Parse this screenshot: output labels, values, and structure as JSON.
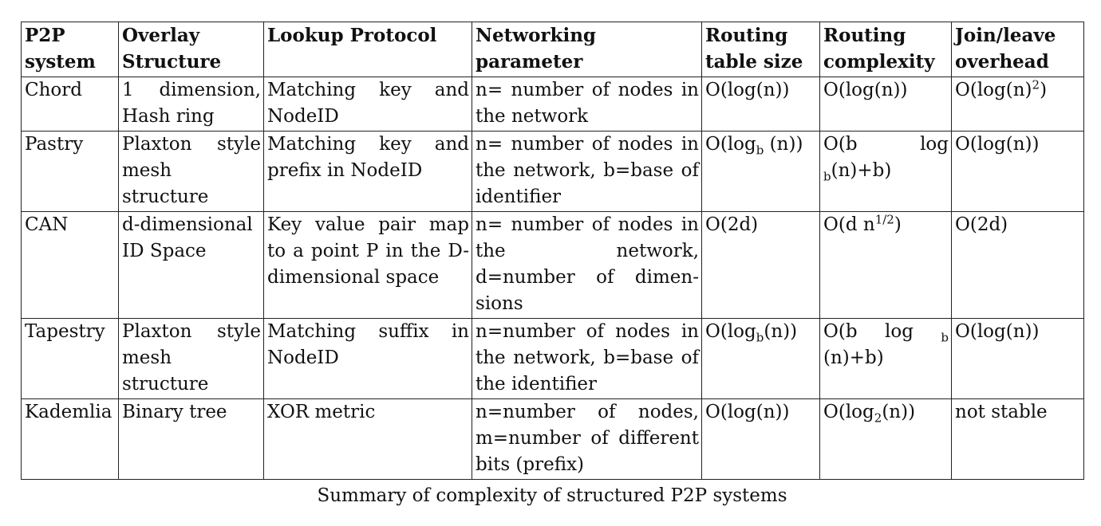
{
  "table": {
    "headers": [
      "P2P system",
      "Overlay Structure",
      "Lookup Protocol",
      "Networking parameter",
      "Routing table size",
      "Routing complexity",
      "Join/leave overhead"
    ],
    "rows": [
      {
        "system": "Chord",
        "overlay": "1 dimension, Hash ring",
        "lookup": "Matching key and NodeID",
        "params": "n= number of nodes in the network",
        "table_size": "O(log(n))",
        "complexity": "O(log(n))",
        "overhead_pre": "O(log(n)",
        "overhead_sup": "2",
        "overhead_post": ")"
      },
      {
        "system": "Pastry",
        "overlay": "Plaxton style mesh structure",
        "lookup": "Matching key and prefix in NodeID",
        "params": "n= number of nodes in the network, b=base of identifier",
        "table_size_pre": "O(log",
        "table_size_sub": "b",
        "table_size_post": " (n))",
        "complexity_pre": "O(b log ",
        "complexity_sub": "b",
        "complexity_post": "(n)+b)",
        "overhead": "O(log(n))"
      },
      {
        "system": "CAN",
        "overlay": "d-dimensional ID Space",
        "lookup": "Key value pair map to a point P in the D-dimensional space",
        "params": "n= number of nodes in the network, d=number of dimen­sions",
        "table_size": "O(2d)",
        "complexity_pre": "O(d n",
        "complexity_sup": "1/2",
        "complexity_post": ")",
        "overhead": "O(2d)"
      },
      {
        "system": "Tapestry",
        "overlay": "Plaxton style mesh structure",
        "lookup": "Matching suffix in NodeID",
        "params": "n=number of nodes in the network, b=base of the identifier",
        "table_size_pre": "O(log",
        "table_size_sub": "b",
        "table_size_post": "(n))",
        "complexity_pre": "O(b log ",
        "complexity_sub": "b",
        "complexity_post": " (n)+b)",
        "overhead": "O(log(n))"
      },
      {
        "system": "Kademlia",
        "overlay": "Binary tree",
        "lookup": "XOR metric",
        "params": "n=number of nodes, m=number of different bits (prefix)",
        "table_size": "O(log(n))",
        "complexity_pre": "O(log",
        "complexity_sub": "2",
        "complexity_post": "(n))",
        "overhead": "not stable"
      }
    ]
  },
  "caption": "Summary of complexity of structured P2P systems"
}
